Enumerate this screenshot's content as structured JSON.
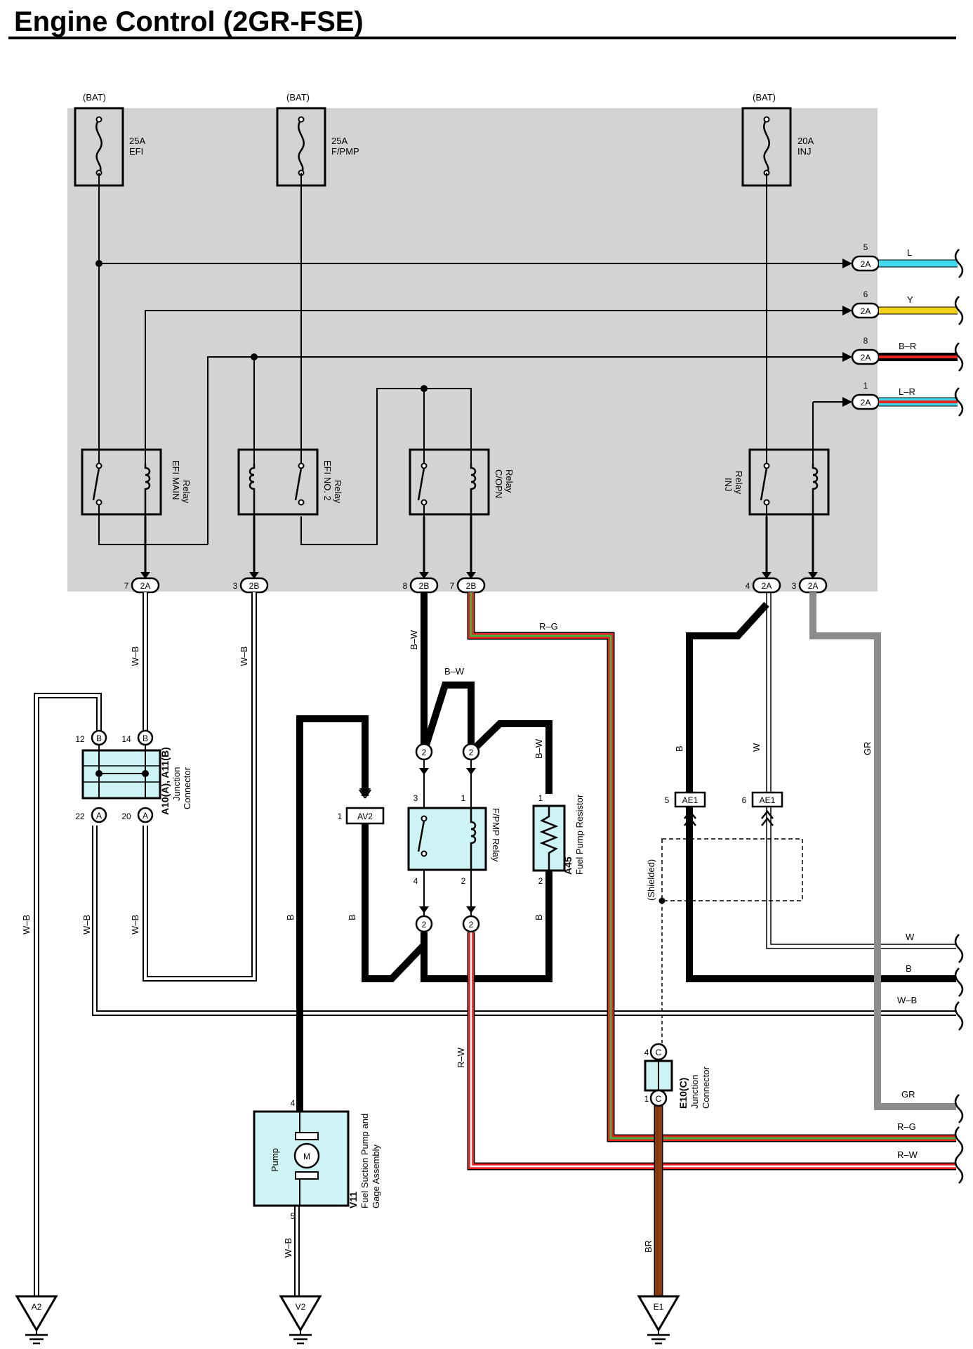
{
  "title": "Engine Control (2GR-FSE)",
  "colors": {
    "shade": "#d3d3d3",
    "component_fill": "#cdf3f5",
    "L": "#3fd9ea",
    "Y": "#f2d21c",
    "R": "#e8231f",
    "G": "#3fb43f",
    "GR": "#8c8c8c",
    "BR": "#8b3a0f"
  },
  "fuses": [
    {
      "source": "(BAT)",
      "rating": "25A",
      "name": "EFI"
    },
    {
      "source": "(BAT)",
      "rating": "25A",
      "name": "F/PMP"
    },
    {
      "source": "(BAT)",
      "rating": "20A",
      "name": "INJ"
    }
  ],
  "relays": {
    "efi_main": [
      "EFI MAIN",
      "Relay"
    ],
    "efi_no2": [
      "EFI NO. 2",
      "Relay"
    ],
    "c_opn": [
      "C/OPN",
      "Relay"
    ],
    "inj": [
      "INJ",
      "Relay"
    ],
    "fpmp": "F/PMP Relay"
  },
  "right_outputs": [
    {
      "pin": "5",
      "conn": "2A",
      "wire": "L"
    },
    {
      "pin": "6",
      "conn": "2A",
      "wire": "Y"
    },
    {
      "pin": "8",
      "conn": "2A",
      "wire": "B–R"
    },
    {
      "pin": "1",
      "conn": "2A",
      "wire": "L–R"
    }
  ],
  "bottom_connectors": [
    {
      "pin": "7",
      "conn": "2A"
    },
    {
      "pin": "3",
      "conn": "2B"
    },
    {
      "pin": "8",
      "conn": "2B"
    },
    {
      "pin": "7",
      "conn": "2B"
    },
    {
      "pin": "4",
      "conn": "2A"
    },
    {
      "pin": "3",
      "conn": "2A"
    }
  ],
  "wire_labels": {
    "wb_1": "W–B",
    "wb_2": "W–B",
    "bw_1": "B–W",
    "bw_2": "B–W",
    "bw_3": "B–W",
    "rg": "R–G",
    "b_ae1": "B",
    "w_ae1": "W",
    "gr": "GR",
    "wb_left": "W–B",
    "wb_a1": "W–B",
    "wb_a2": "W–B",
    "b_pump": "B",
    "b_mid1": "B",
    "b_mid2": "B",
    "rw": "R–W",
    "br": "BR",
    "wb_v2": "W–B"
  },
  "right_edge_labels": {
    "w": "W",
    "b": "B",
    "wb": "W–B",
    "gr": "GR",
    "rg": "R–G",
    "rw": "R–W"
  },
  "junction_a10": {
    "title": "A10(A), A11(B)",
    "sub1": "Junction",
    "sub2": "Connector",
    "pins": [
      {
        "pin": "12",
        "conn": "B"
      },
      {
        "pin": "14",
        "conn": "B"
      },
      {
        "pin": "22",
        "conn": "A"
      },
      {
        "pin": "20",
        "conn": "A"
      }
    ]
  },
  "av2": {
    "pin": "1",
    "label": "AV2"
  },
  "fpmp_pins": {
    "p3": "3",
    "p1": "1",
    "p4": "4",
    "p2": "2",
    "conn": "2"
  },
  "a45": {
    "id": "A45",
    "name": "Fuel Pump Resistor",
    "pin_top": "1",
    "pin_bot": "2"
  },
  "ae1": [
    {
      "pin": "5",
      "label": "AE1"
    },
    {
      "pin": "6",
      "label": "AE1"
    }
  ],
  "shielded": "(Shielded)",
  "e10": {
    "id": "E10(C)",
    "sub1": "Junction",
    "sub2": "Connector",
    "pin_top": "4",
    "pin_bot": "1",
    "conn": "C"
  },
  "v11": {
    "id": "V11",
    "name1": "Fuel Suction Pump and",
    "name2": "Gage Assembly",
    "motor": "M",
    "pump": "Pump",
    "pin_top": "4",
    "pin_bot": "5"
  },
  "grounds": [
    "A2",
    "V2",
    "E1"
  ]
}
